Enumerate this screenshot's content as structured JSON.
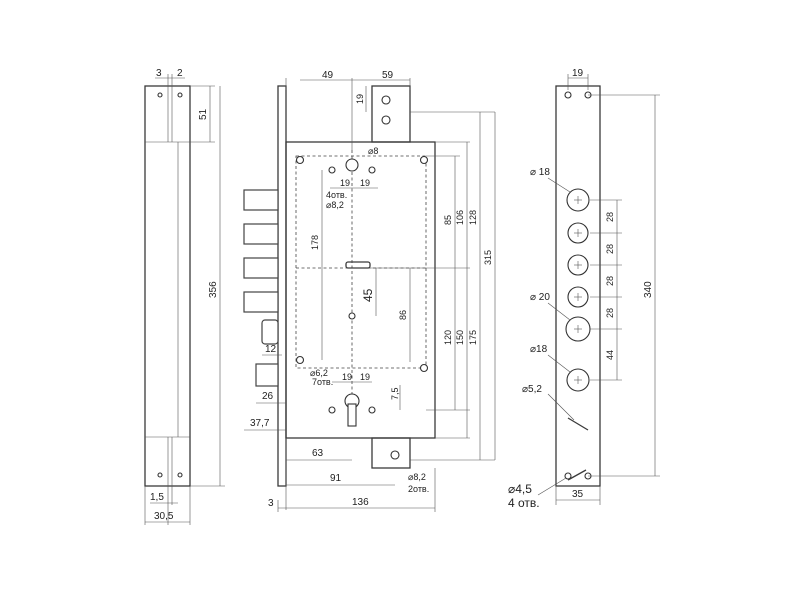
{
  "dims": {
    "side_3": "3",
    "side_2": "2",
    "side_51": "51",
    "side_356": "356",
    "side_15": "1,5",
    "side_305": "30,5",
    "top_49": "49",
    "top_59": "59",
    "top_19": "19",
    "d8": "⌀8",
    "h19a": "19",
    "h19b": "19",
    "holes4": "4отв.",
    "d82a": "⌀8,2",
    "v178": "178",
    "v85": "85",
    "v106": "106",
    "v128": "128",
    "v315": "315",
    "v45": "45",
    "v86": "86",
    "v120": "120",
    "v150": "150",
    "v175": "175",
    "b12": "12",
    "d62": "⌀6,2",
    "holes7": "7отв.",
    "h19c": "19",
    "h19d": "19",
    "v75": "7,5",
    "b26": "26",
    "b377": "37,7",
    "b63": "63",
    "b91": "91",
    "d82b": "⌀8,2",
    "holes2": "2отв.",
    "b3": "3",
    "b136": "136",
    "f19": "19",
    "fd18a": "⌀ 18",
    "fd20": "⌀ 20",
    "fd18b": "⌀18",
    "fd52": "⌀5,2",
    "f28a": "28",
    "f28b": "28",
    "f28c": "28",
    "f28d": "28",
    "f44": "44",
    "f340": "340",
    "fd45": "⌀4,5",
    "holes4b": "4 отв.",
    "f35": "35"
  }
}
